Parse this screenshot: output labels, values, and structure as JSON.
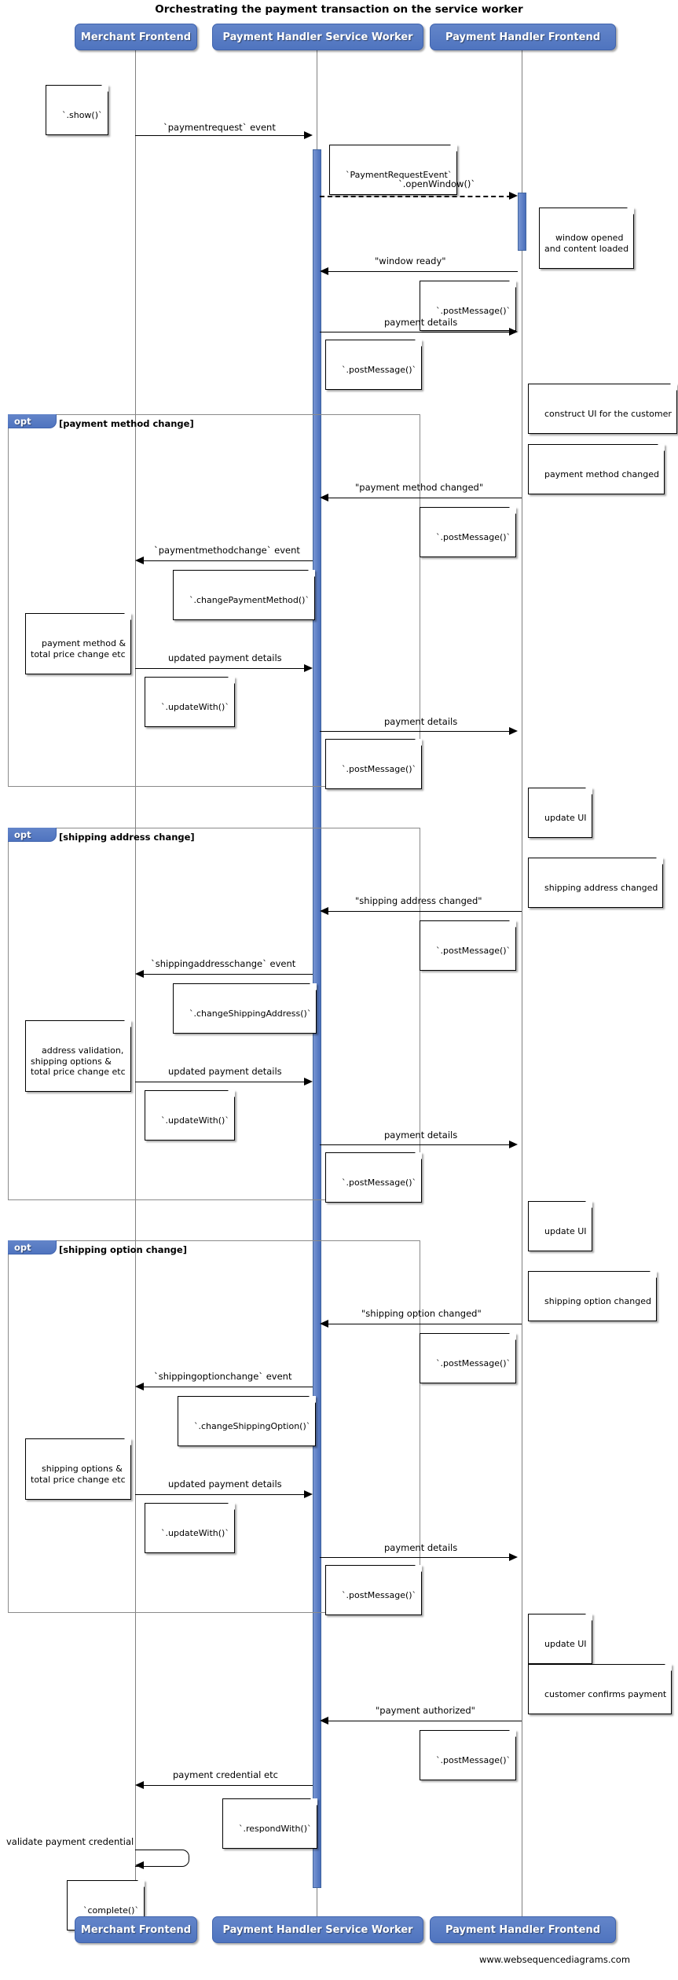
{
  "title": "Orchestrating the payment transaction on the service worker",
  "footer": "www.websequencediagrams.com",
  "colors": {
    "actor_fill": "#5b7fc7",
    "actor_border": "#3f63ad",
    "actor_text": "#ffffff",
    "lifeline": "#808080",
    "fragment_border": "#8a8a8a",
    "note_fill": "#ffffff",
    "line": "#000000"
  },
  "actors": [
    {
      "id": "merchant",
      "label": "Merchant Frontend"
    },
    {
      "id": "sw",
      "label": "Payment Handler Service Worker"
    },
    {
      "id": "phf",
      "label": "Payment Handler Frontend"
    }
  ],
  "actors_bottom": [
    {
      "id": "merchant",
      "label": "Merchant Frontend"
    },
    {
      "id": "sw",
      "label": "Payment Handler Service Worker"
    },
    {
      "id": "phf",
      "label": "Payment Handler Frontend"
    }
  ],
  "fragments": [
    {
      "id": "frag-payment-method",
      "kind": "opt",
      "label": "[payment method change]"
    },
    {
      "id": "frag-shipping-address",
      "kind": "opt",
      "label": "[shipping address change]"
    },
    {
      "id": "frag-shipping-option",
      "kind": "opt",
      "label": "[shipping option change]"
    }
  ],
  "messages": [
    {
      "id": "m1",
      "label": "`paymentrequest` event",
      "from": "merchant",
      "to": "sw",
      "style": "solid"
    },
    {
      "id": "m2",
      "label": "`.openWindow()`",
      "from": "sw",
      "to": "phf",
      "style": "dashed"
    },
    {
      "id": "m3",
      "label": "\"window ready\"",
      "from": "phf",
      "to": "sw",
      "style": "solid"
    },
    {
      "id": "m4",
      "label": "payment details",
      "from": "sw",
      "to": "phf",
      "style": "solid"
    },
    {
      "id": "m5",
      "label": "\"payment method changed\"",
      "from": "phf",
      "to": "sw",
      "style": "solid"
    },
    {
      "id": "m6",
      "label": "`paymentmethodchange` event",
      "from": "sw",
      "to": "merchant",
      "style": "solid"
    },
    {
      "id": "m7",
      "label": "updated payment details",
      "from": "merchant",
      "to": "sw",
      "style": "solid"
    },
    {
      "id": "m8",
      "label": "payment details",
      "from": "sw",
      "to": "phf",
      "style": "solid"
    },
    {
      "id": "m9",
      "label": "\"shipping address changed\"",
      "from": "phf",
      "to": "sw",
      "style": "solid"
    },
    {
      "id": "m10",
      "label": "`shippingaddresschange` event",
      "from": "sw",
      "to": "merchant",
      "style": "solid"
    },
    {
      "id": "m11",
      "label": "updated payment details",
      "from": "merchant",
      "to": "sw",
      "style": "solid"
    },
    {
      "id": "m12",
      "label": "payment details",
      "from": "sw",
      "to": "phf",
      "style": "solid"
    },
    {
      "id": "m13",
      "label": "\"shipping option changed\"",
      "from": "phf",
      "to": "sw",
      "style": "solid"
    },
    {
      "id": "m14",
      "label": "`shippingoptionchange` event",
      "from": "sw",
      "to": "merchant",
      "style": "solid"
    },
    {
      "id": "m15",
      "label": "updated payment details",
      "from": "merchant",
      "to": "sw",
      "style": "solid"
    },
    {
      "id": "m16",
      "label": "payment details",
      "from": "sw",
      "to": "phf",
      "style": "solid"
    },
    {
      "id": "m17",
      "label": "\"payment authorized\"",
      "from": "phf",
      "to": "sw",
      "style": "solid"
    },
    {
      "id": "m18",
      "label": "payment credential etc",
      "from": "sw",
      "to": "merchant",
      "style": "solid"
    },
    {
      "id": "m19",
      "label": "validate payment credential",
      "from": "merchant",
      "to": "merchant",
      "style": "self"
    }
  ],
  "notes": [
    {
      "id": "n1",
      "text": "`.show()`"
    },
    {
      "id": "n2",
      "text": "`PaymentRequestEvent`"
    },
    {
      "id": "n3",
      "text": "window opened\nand content loaded"
    },
    {
      "id": "n4",
      "text": "`.postMessage()`"
    },
    {
      "id": "n5",
      "text": "`.postMessage()`"
    },
    {
      "id": "n6",
      "text": "construct UI for the customer"
    },
    {
      "id": "n7",
      "text": "payment method changed"
    },
    {
      "id": "n8",
      "text": "`.postMessage()`"
    },
    {
      "id": "n9",
      "text": "`.changePaymentMethod()`"
    },
    {
      "id": "n10",
      "text": "payment method &\ntotal price change etc"
    },
    {
      "id": "n11",
      "text": "`.updateWith()`"
    },
    {
      "id": "n12",
      "text": "`.postMessage()`"
    },
    {
      "id": "n13",
      "text": "update UI"
    },
    {
      "id": "n14",
      "text": "shipping address changed"
    },
    {
      "id": "n15",
      "text": "`.postMessage()`"
    },
    {
      "id": "n16",
      "text": "`.changeShippingAddress()`"
    },
    {
      "id": "n17",
      "text": "address validation,\nshipping options &\ntotal price change etc"
    },
    {
      "id": "n18",
      "text": "`.updateWith()`"
    },
    {
      "id": "n19",
      "text": "`.postMessage()`"
    },
    {
      "id": "n20",
      "text": "update UI"
    },
    {
      "id": "n21",
      "text": "shipping option changed"
    },
    {
      "id": "n22",
      "text": "`.postMessage()`"
    },
    {
      "id": "n23",
      "text": "`.changeShippingOption()`"
    },
    {
      "id": "n24",
      "text": "shipping options &\ntotal price change etc"
    },
    {
      "id": "n25",
      "text": "`.updateWith()`"
    },
    {
      "id": "n26",
      "text": "`.postMessage()`"
    },
    {
      "id": "n27",
      "text": "update UI"
    },
    {
      "id": "n28",
      "text": "customer confirms payment"
    },
    {
      "id": "n29",
      "text": "`.postMessage()`"
    },
    {
      "id": "n30",
      "text": "`.respondWith()`"
    },
    {
      "id": "n31",
      "text": "`complete()`"
    }
  ]
}
